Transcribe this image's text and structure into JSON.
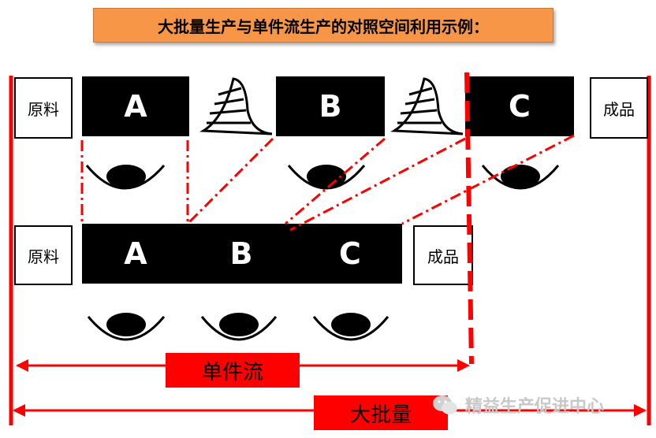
{
  "title": "大批量生产与单件流生产的对照空间利用示例：",
  "top_row": {
    "raw_material": "原料",
    "stations": [
      "A",
      "B",
      "C"
    ],
    "finished_goods": "成品"
  },
  "bottom_row": {
    "raw_material": "原料",
    "stations": [
      "A",
      "B",
      "C"
    ],
    "finished_goods": "成品"
  },
  "labels": {
    "single_piece_flow": "单件流",
    "mass_production": "大批量"
  },
  "watermark": "精益生产促进中心",
  "colors": {
    "title_bg": "#f79646",
    "accent_red": "#ff0000",
    "station_fill": "#000000"
  }
}
